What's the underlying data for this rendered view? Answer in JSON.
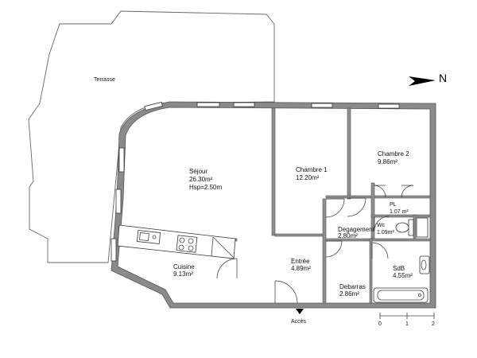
{
  "north": {
    "label": "N"
  },
  "rooms": {
    "terrasse": {
      "name": "Terrasse"
    },
    "sejour": {
      "name": "Séjour",
      "area": "26.30m²",
      "height": "Hsp=2.50m"
    },
    "chambre1": {
      "name": "Chambre 1",
      "area": "12.20m²"
    },
    "chambre2": {
      "name": "Chambre 2",
      "area": "9.86m²"
    },
    "pl": {
      "name": "PL",
      "area": "1.07 m²"
    },
    "degagement": {
      "name": "Degagement",
      "area": "2.80m²"
    },
    "wc": {
      "name": "Wc",
      "area": "1.09m²"
    },
    "cuisine": {
      "name": "Cuisine",
      "area": "9.13m²"
    },
    "entree": {
      "name": "Entrée",
      "area": "4.89m²"
    },
    "sdb": {
      "name": "SdB",
      "area": "4.55m²"
    },
    "debarras": {
      "name": "Debarras",
      "area": "2.86m²"
    }
  },
  "access": {
    "label": "Accès"
  },
  "scale": {
    "ticks": [
      "0",
      "1",
      "2"
    ]
  }
}
